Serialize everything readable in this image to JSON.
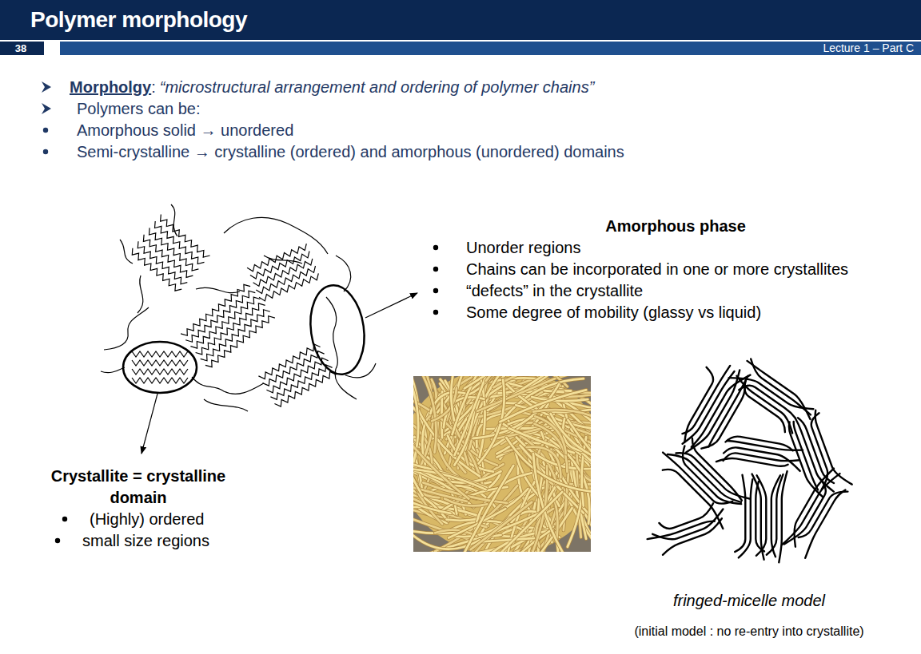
{
  "diagram": {
    "title": "Polymer morphology",
    "labels": [
      "Morpholgy",
      ":",
      "“microstructural arrangement and ordering of polymer chains”",
      "Polymers can be:",
      "Amorphous solid → unordered",
      "Semi-crystalline → crystalline (ordered) and amorphous (unordered) domains",
      "Amorphous phase",
      "Unorder regions",
      "Chains can be incorporated in one or more crystallites",
      "“defects” in the crystallite",
      "Some degree of mobility (glassy vs liquid)",
      "Crystallite = crystalline domain",
      "(Highly) ordered",
      "small size regions",
      "fringed-micelle model",
      "(initial model : no re-entry into crystallite)",
      "38",
      "Lecture 1 – Part C"
    ]
  }
}
